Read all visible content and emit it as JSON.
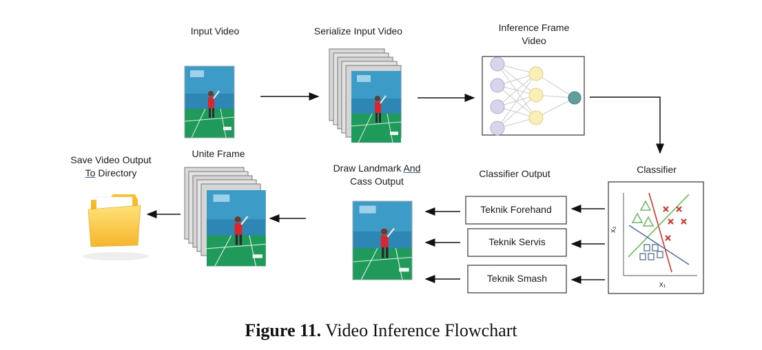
{
  "labels": {
    "input_video": "Input Video",
    "serialize_input_video": "Serialize Input Video",
    "inference_frame_video_l1": "Inference Frame",
    "inference_frame_video_l2": "Video",
    "classifier": "Classifier",
    "classifier_output": "Classifier Output",
    "draw_landmark_l1_a": "Draw Landmark ",
    "draw_landmark_l1_b": "And",
    "draw_landmark_l2": "Cass Output",
    "unite_frame": "Unite Frame",
    "save_video_l1": "Save Video Output",
    "save_video_l2_a": "To",
    "save_video_l2_b": " Directory"
  },
  "outputs": [
    {
      "label": "Teknik Forehand"
    },
    {
      "label": "Teknik Servis"
    },
    {
      "label": "Teknik Smash"
    }
  ],
  "classifier_plot": {
    "x_axis": "x₁",
    "y_axis": "x₂"
  },
  "caption": {
    "figure_label": "Figure 11.",
    "title": "Video Inference Flowchart"
  },
  "colors": {
    "court_green": "#1f9a5a",
    "court_wall": "#2e86b5",
    "nn_input": "#d9d4ec",
    "nn_hidden": "#fbefb8",
    "nn_output": "#5f9e9a",
    "triangle": "#6dbb6a",
    "cross": "#d9342b",
    "square": "#6c7ea6"
  }
}
